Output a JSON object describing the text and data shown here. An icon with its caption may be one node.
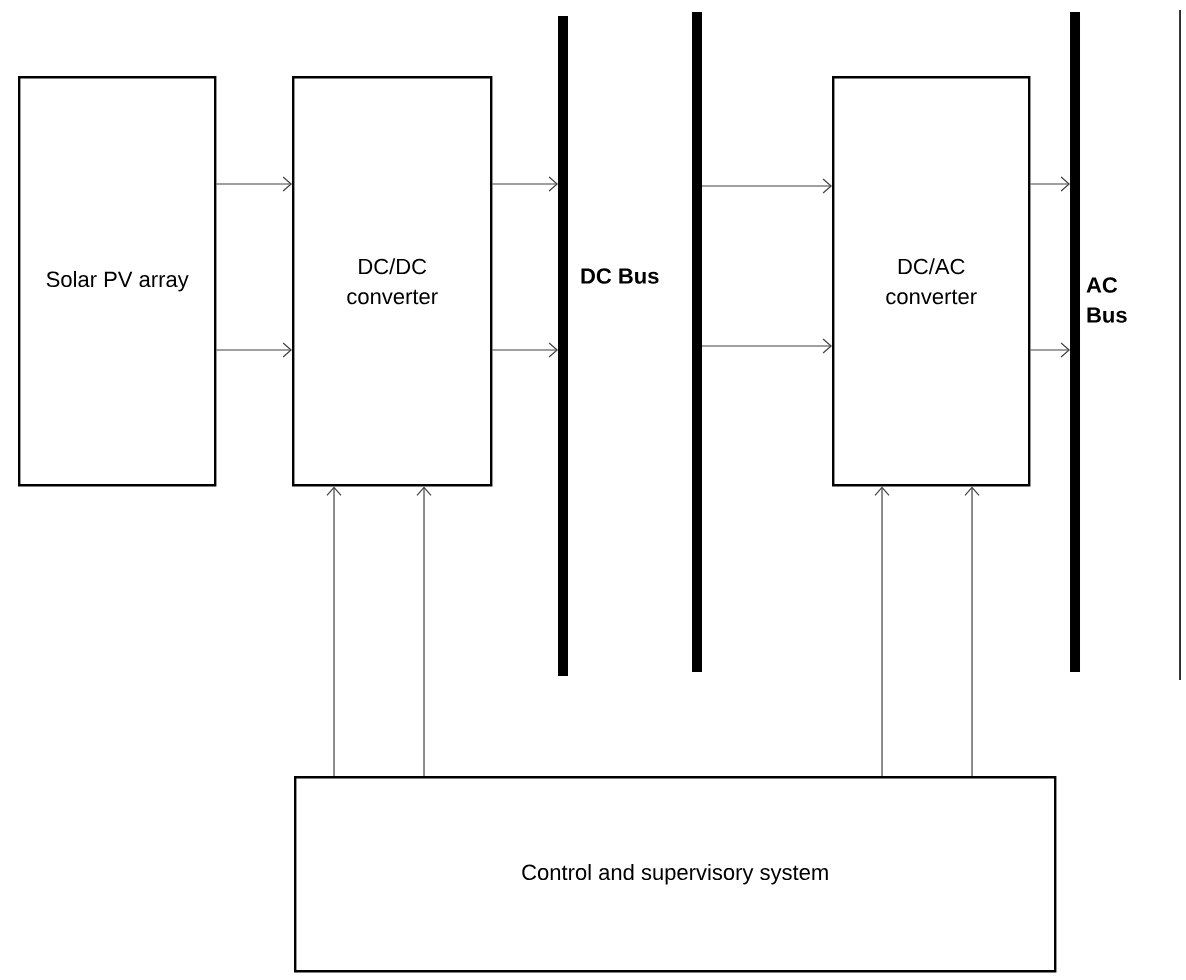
{
  "diagram": {
    "nodes": [
      {
        "text": [
          "Solar PV array"
        ]
      },
      {
        "text": [
          "DC/DC converter"
        ]
      },
      {
        "text": [],
        "shape": "bar",
        "beside": [
          "DC Bus"
        ]
      },
      {
        "text": [],
        "shape": "bar"
      },
      {
        "text": [
          "DC/AC converter"
        ]
      },
      {
        "text": [],
        "shape": "bar",
        "beside": [
          "AC Bus"
        ]
      },
      {
        "text": [
          "Control and supervisory system"
        ]
      }
    ],
    "edges": [
      {
        "from": 0,
        "to": 1,
        "arrow": "to"
      },
      {
        "from": 0,
        "to": 1,
        "arrow": "to"
      },
      {
        "from": 1,
        "to": 2,
        "arrow": "to"
      },
      {
        "from": 1,
        "to": 2,
        "arrow": "to"
      },
      {
        "from": 3,
        "to": 4,
        "arrow": "to"
      },
      {
        "from": 3,
        "to": 4,
        "arrow": "to"
      },
      {
        "from": 4,
        "to": 5,
        "arrow": "to"
      },
      {
        "from": 4,
        "to": 5,
        "arrow": "to"
      },
      {
        "from": 6,
        "to": 1,
        "arrow": "to"
      },
      {
        "from": 6,
        "to": 1,
        "arrow": "to"
      },
      {
        "from": 6,
        "to": 4,
        "arrow": "to"
      },
      {
        "from": 6,
        "to": 4,
        "arrow": "to"
      }
    ]
  }
}
